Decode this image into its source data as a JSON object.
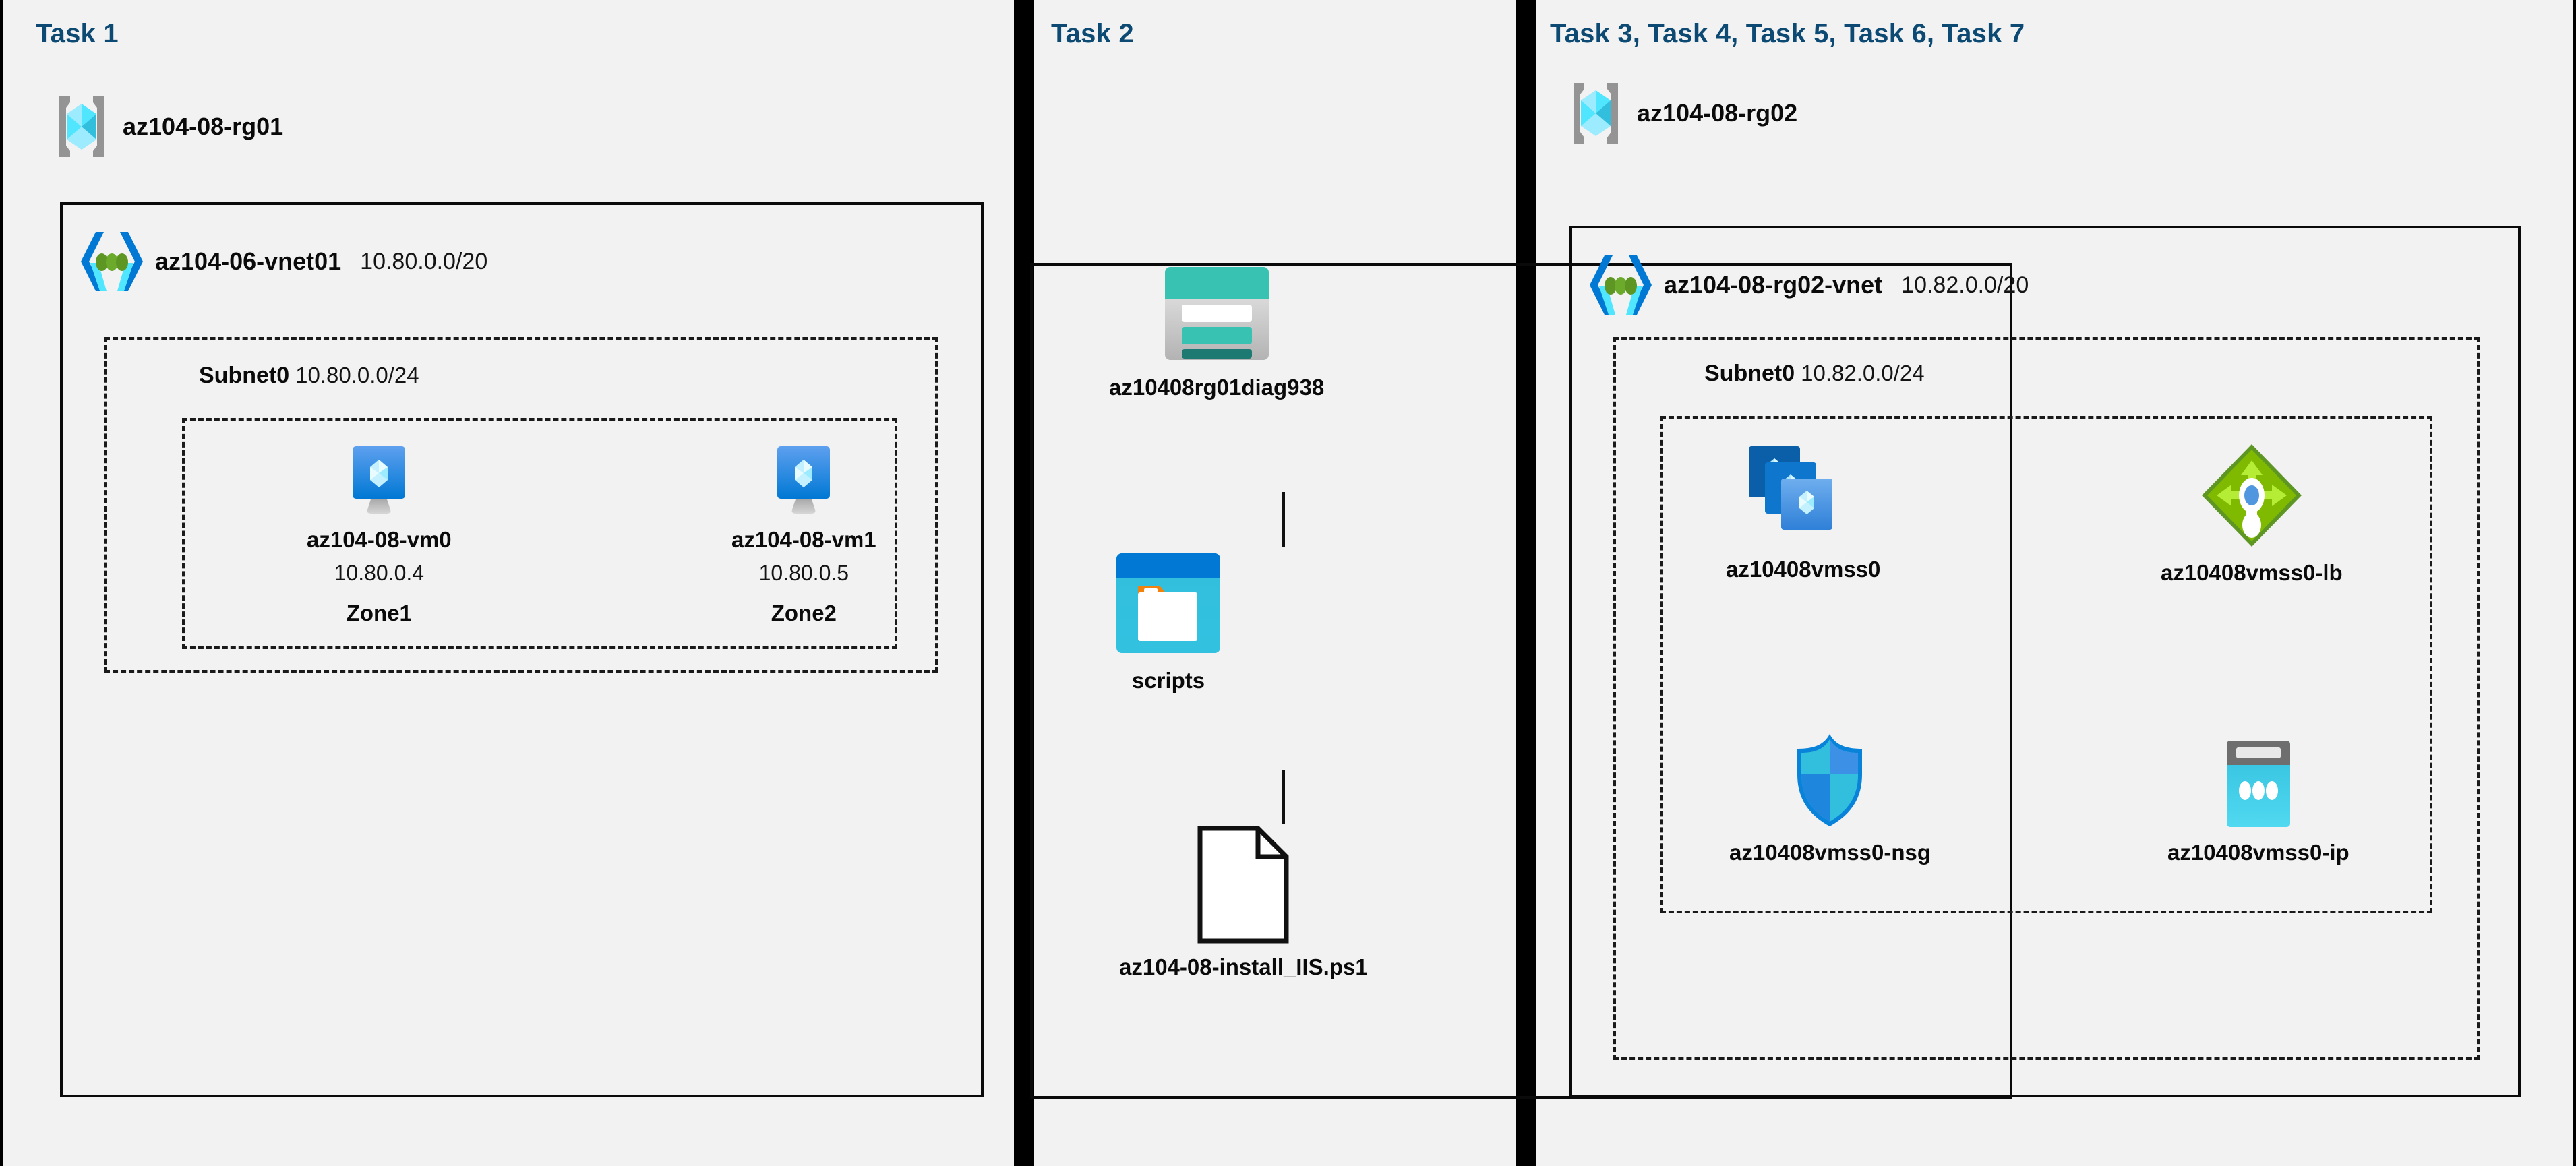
{
  "page": {
    "background": "#f2f2f2",
    "title_color": "#0C4A73",
    "border_color": "#0a0a0a"
  },
  "columns": [
    {
      "id": "task1",
      "title": "Task 1",
      "resource_group": {
        "icon": "resource-group-icon",
        "name": "az104-08-rg01"
      },
      "vnet": {
        "icon": "virtual-network-icon",
        "name": "az104-06-vnet01",
        "cidr": "10.80.0.0/20"
      },
      "subnet": {
        "name": "Subnet0",
        "cidr": "10.80.0.0/24"
      },
      "nodes": [
        {
          "icon": "virtual-machine-icon",
          "name": "az104-08-vm0",
          "ip": "10.80.0.4",
          "zone": "Zone1"
        },
        {
          "icon": "virtual-machine-icon",
          "name": "az104-08-vm1",
          "ip": "10.80.0.5",
          "zone": "Zone2"
        }
      ]
    },
    {
      "id": "task2",
      "title": "Task 2",
      "nodes": [
        {
          "icon": "storage-account-icon",
          "name": "az10408rg01diag938"
        },
        {
          "icon": "blob-container-icon",
          "name": "scripts"
        },
        {
          "icon": "file-icon",
          "name": "az104-08-install_IIS.ps1"
        }
      ]
    },
    {
      "id": "task3",
      "title": "Task 3, Task 4, Task 5, Task 6, Task 7",
      "resource_group": {
        "icon": "resource-group-icon",
        "name": "az104-08-rg02"
      },
      "vnet": {
        "icon": "virtual-network-icon",
        "name": "az104-08-rg02-vnet",
        "cidr": "10.82.0.0/20"
      },
      "subnet": {
        "name": "Subnet0",
        "cidr": "10.82.0.0/24"
      },
      "nodes": [
        {
          "icon": "vm-scale-set-icon",
          "name": "az10408vmss0"
        },
        {
          "icon": "load-balancer-icon",
          "name": "az10408vmss0-lb"
        },
        {
          "icon": "network-security-group-icon",
          "name": "az10408vmss0-nsg"
        },
        {
          "icon": "public-ip-address-icon",
          "name": "az10408vmss0-ip"
        }
      ]
    }
  ],
  "colors": {
    "azure_blue": "#0078D4",
    "azure_cyan": "#50E6FF",
    "storage_teal": "#37C2B1",
    "storage_teal_dark": "#1D7A72",
    "lb_green": "#7FBA00",
    "vnet_green": "#5E9624",
    "rg_gray": "#949494"
  }
}
